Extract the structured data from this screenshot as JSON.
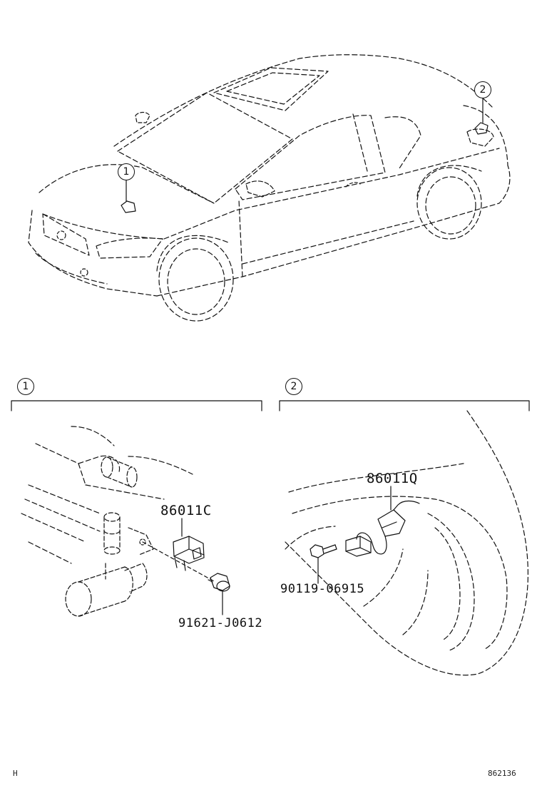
{
  "callouts": {
    "car_front": "1",
    "car_rear": "2",
    "section_1": "1",
    "section_2": "2"
  },
  "parts": {
    "sensor_front": "86011C",
    "bolt_front": "91621-J0612",
    "sensor_rear": "86011Q",
    "bolt_rear": "90119-06915"
  },
  "footer": {
    "left": "H",
    "right": "862136"
  },
  "icons": {
    "car": "car-illustration",
    "front_bracket": "front-sensor-bracket-drawing",
    "rear_bumper": "rear-bumper-drawing"
  },
  "colors": {
    "line": "#111111",
    "background": "#ffffff"
  }
}
